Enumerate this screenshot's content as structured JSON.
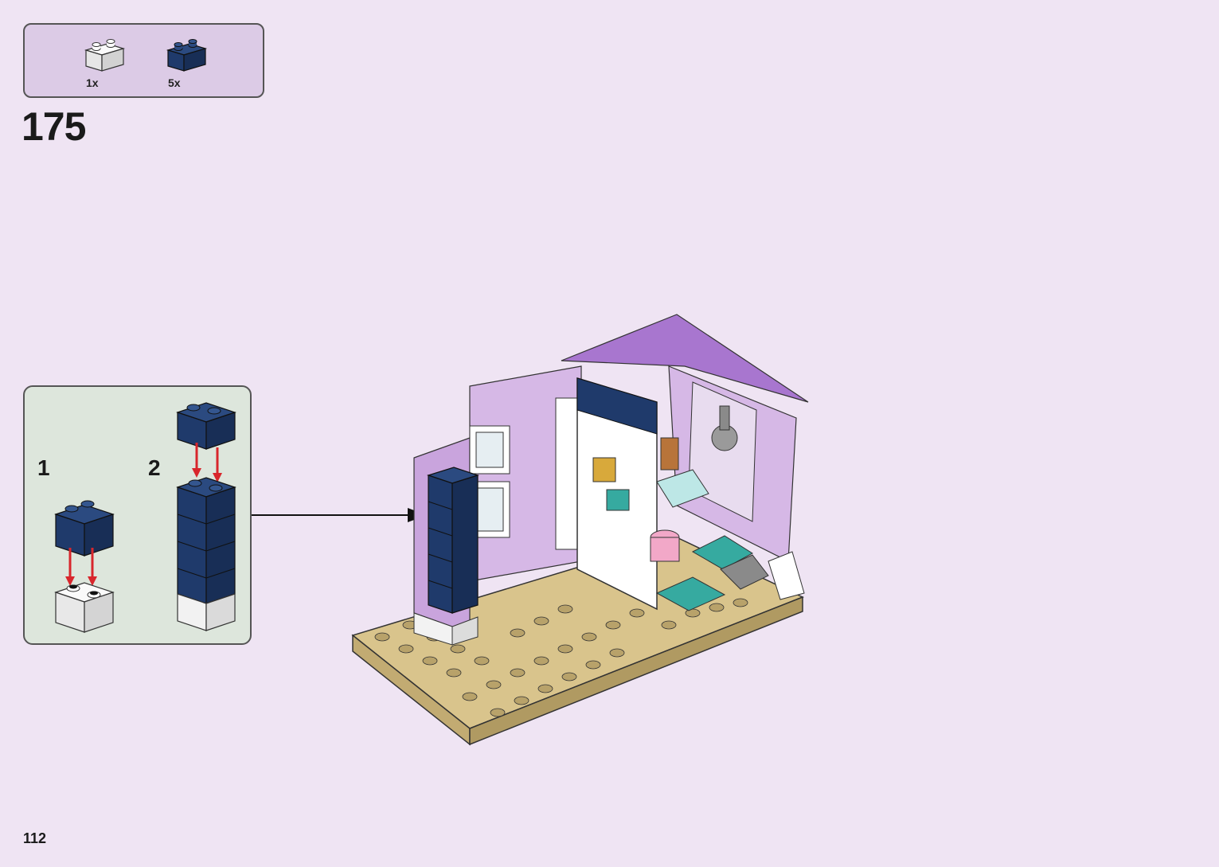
{
  "parts_list": {
    "items": [
      {
        "color_name": "white",
        "color": "#f4f4f4",
        "count": "1x"
      },
      {
        "color_name": "dark blue",
        "color": "#1f3a6b",
        "count": "5x"
      }
    ]
  },
  "step": {
    "number": "175"
  },
  "sub_assembly": {
    "steps": [
      {
        "label": "1"
      },
      {
        "label": "2"
      }
    ]
  },
  "colors": {
    "background": "#efe4f3",
    "parts_box": "#dccbe6",
    "sub_box": "#dde6dc",
    "dark_blue": "#1f3a6b",
    "arrow_red": "#d8262c",
    "tan": "#d9c48c",
    "lavender": "#c9a4dd",
    "purple": "#9b66c4",
    "teal": "#36aaa0"
  },
  "page": {
    "number": "112"
  }
}
